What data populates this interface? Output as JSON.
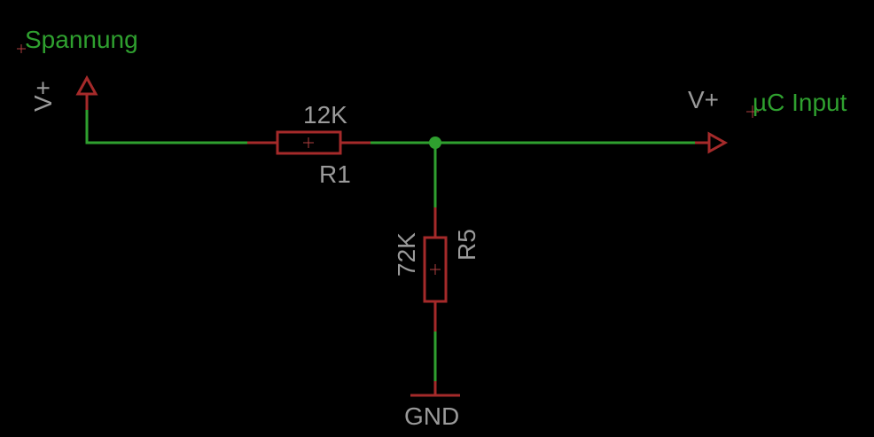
{
  "labels": {
    "supply_net": "Spannung",
    "output_net": "µC Input",
    "supply_symbol": "V+",
    "output_symbol": "V+",
    "ground_symbol": "GND"
  },
  "parts": {
    "r1": {
      "name": "R1",
      "value": "12K"
    },
    "r5": {
      "name": "R5",
      "value": "72K"
    }
  },
  "colors": {
    "background": "#000000",
    "wire": "#2fa02f",
    "symbol": "#a52a2a",
    "part_text": "#9a9a9a",
    "net_text": "#2fa02f"
  }
}
